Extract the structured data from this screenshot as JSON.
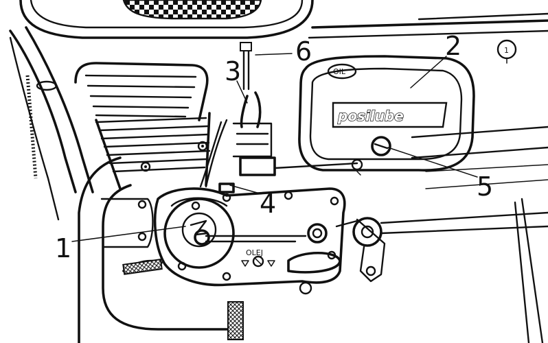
{
  "callouts": [
    {
      "id": "1",
      "label": "1"
    },
    {
      "id": "2",
      "label": "2"
    },
    {
      "id": "3",
      "label": "3"
    },
    {
      "id": "4",
      "label": "4"
    },
    {
      "id": "5",
      "label": "5"
    },
    {
      "id": "6",
      "label": "6"
    }
  ],
  "tank_cap_label": "OIL",
  "logo_text": "posilube",
  "corner_mark": "1",
  "dial_label": "OLEJ",
  "colors": {
    "ink": "#111111",
    "paper": "#ffffff"
  }
}
